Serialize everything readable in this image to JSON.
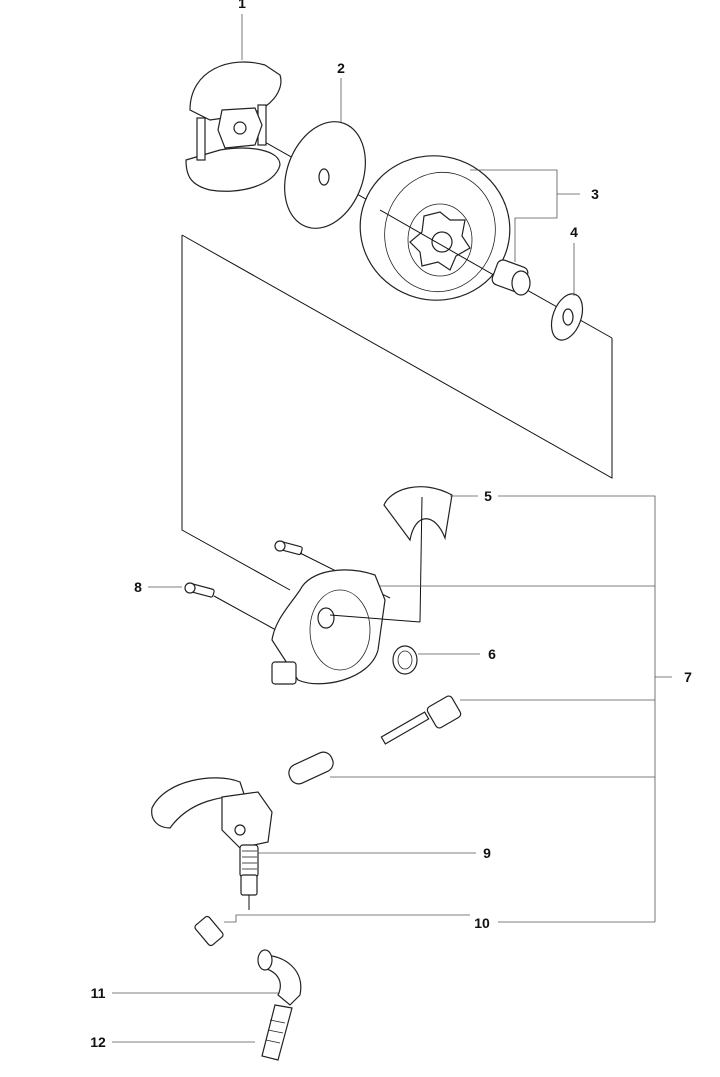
{
  "diagram": {
    "type": "exploded parts diagram",
    "callouts": [
      {
        "number": "1"
      },
      {
        "number": "2"
      },
      {
        "number": "3"
      },
      {
        "number": "4"
      },
      {
        "number": "5"
      },
      {
        "number": "6"
      },
      {
        "number": "7"
      },
      {
        "number": "8"
      },
      {
        "number": "9"
      },
      {
        "number": "10"
      },
      {
        "number": "11"
      },
      {
        "number": "12"
      }
    ]
  }
}
